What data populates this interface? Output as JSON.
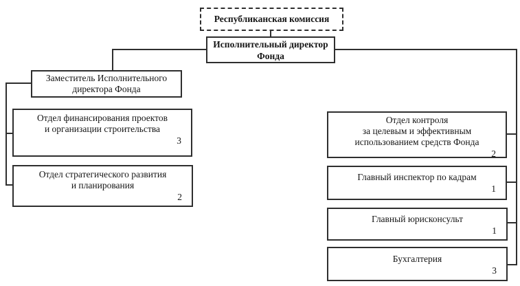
{
  "colors": {
    "line": "#2e2e2e",
    "text": "#151515",
    "background": "#ffffff"
  },
  "org_chart": {
    "commission": {
      "label": "Республиканская комиссия"
    },
    "executive_director": {
      "label": "Исполнительный директор\nФонда"
    },
    "deputy_director": {
      "label": "Заместитель Исполнительного\nдиректора Фонда"
    },
    "left_branch": [
      {
        "label": "Отдел финансирования проектов\nи организации строительства",
        "staff_count": "3"
      },
      {
        "label": "Отдел стратегического развития\nи планирования",
        "staff_count": "2"
      }
    ],
    "right_branch": [
      {
        "label": "Отдел контроля\nза целевым и эффективным\nиспользованием средств Фонда",
        "staff_count": "2"
      },
      {
        "label": "Главный инспектор по кадрам",
        "staff_count": "1"
      },
      {
        "label": "Главный юрисконсульт",
        "staff_count": "1"
      },
      {
        "label": "Бухгалтерия",
        "staff_count": "3"
      }
    ]
  }
}
